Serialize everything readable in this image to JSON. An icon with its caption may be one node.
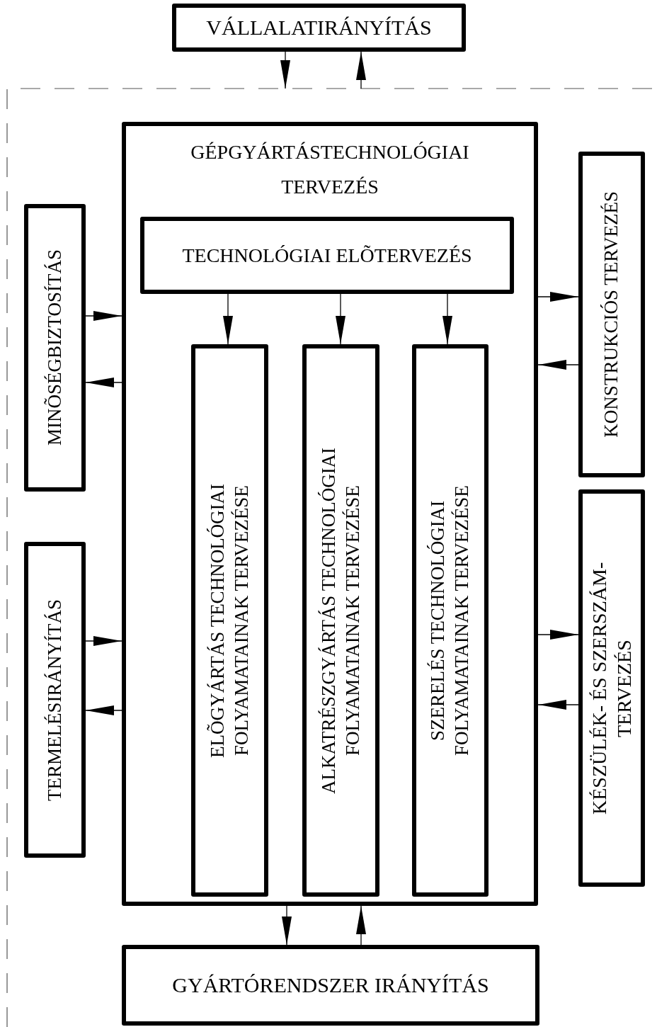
{
  "diagram": {
    "nodes": [
      {
        "text": [
          "VÁLLALATIRÁNYÍTÁS"
        ]
      },
      {
        "text": [
          "GÉPGYÁRTÁSTECHNOLÓGIAI TERVEZÉS"
        ]
      },
      {
        "text": [
          "TECHNOLÓGIAI ELÕTERVEZÉS"
        ],
        "in": 1
      },
      {
        "text": [
          "ELÕGYÁRTÁS TECHNOLÓGIAI FOLYAMATAINAK TERVEZÉSE"
        ],
        "in": 1
      },
      {
        "text": [
          "ALKATRÉSZGYÁRTÁS TECHNOLÓGIAI FOLYAMATAINAK TERVEZÉSE"
        ],
        "in": 1
      },
      {
        "text": [
          "SZERELÉS TECHNOLÓGIAI FOLYAMATAINAK TERVEZÉSE"
        ],
        "in": 1
      },
      {
        "text": [
          "MINÕSÉGBIZTOSÍTÁS"
        ]
      },
      {
        "text": [
          "KONSTRUKCIÓS TERVEZÉS"
        ]
      },
      {
        "text": [
          "TERMELÉSIRÁNYÍTÁS"
        ]
      },
      {
        "text": [
          "KÉSZÜLÉK- ÉS SZERSZÁM- TERVEZÉS"
        ]
      },
      {
        "text": [
          "GYÁRTÓRENDSZER IRÁNYÍTÁS"
        ]
      }
    ],
    "edges": [
      {
        "from": 0,
        "to": null,
        "arrow": "to"
      },
      {
        "from": null,
        "to": 0,
        "arrow": "to"
      },
      {
        "from": 2,
        "to": 3,
        "arrow": "to"
      },
      {
        "from": 2,
        "to": 4,
        "arrow": "to"
      },
      {
        "from": 2,
        "to": 5,
        "arrow": "to"
      },
      {
        "from": 6,
        "to": 1,
        "arrow": "to"
      },
      {
        "from": 1,
        "to": 6,
        "arrow": "to"
      },
      {
        "from": 1,
        "to": 7,
        "arrow": "to"
      },
      {
        "from": 7,
        "to": 1,
        "arrow": "to"
      },
      {
        "from": 8,
        "to": 1,
        "arrow": "to"
      },
      {
        "from": 1,
        "to": 8,
        "arrow": "to"
      },
      {
        "from": 1,
        "to": 9,
        "arrow": "to"
      },
      {
        "from": 9,
        "to": 1,
        "arrow": "to"
      },
      {
        "from": 1,
        "to": 10,
        "arrow": "to"
      },
      {
        "from": 10,
        "to": 1,
        "arrow": "to"
      }
    ]
  }
}
